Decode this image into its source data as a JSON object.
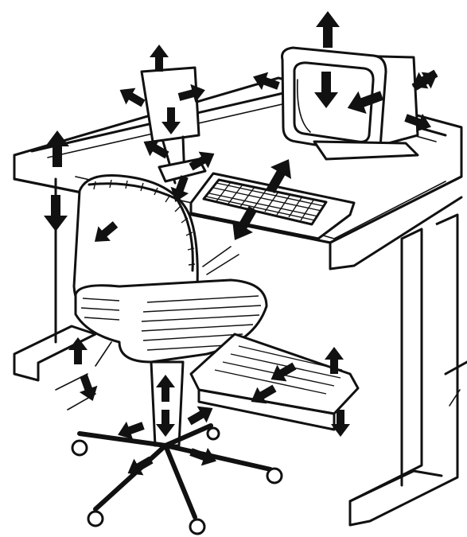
{
  "figure": {
    "kind": "line-art illustration",
    "subject": [
      "computer-workstation",
      "monitor",
      "document-holder",
      "keyboard",
      "desk",
      "office-chair",
      "footrest"
    ],
    "arrow_icon": "bold-double-arrow",
    "palette": {
      "ink": "#111111",
      "paper": "#ffffff"
    }
  }
}
